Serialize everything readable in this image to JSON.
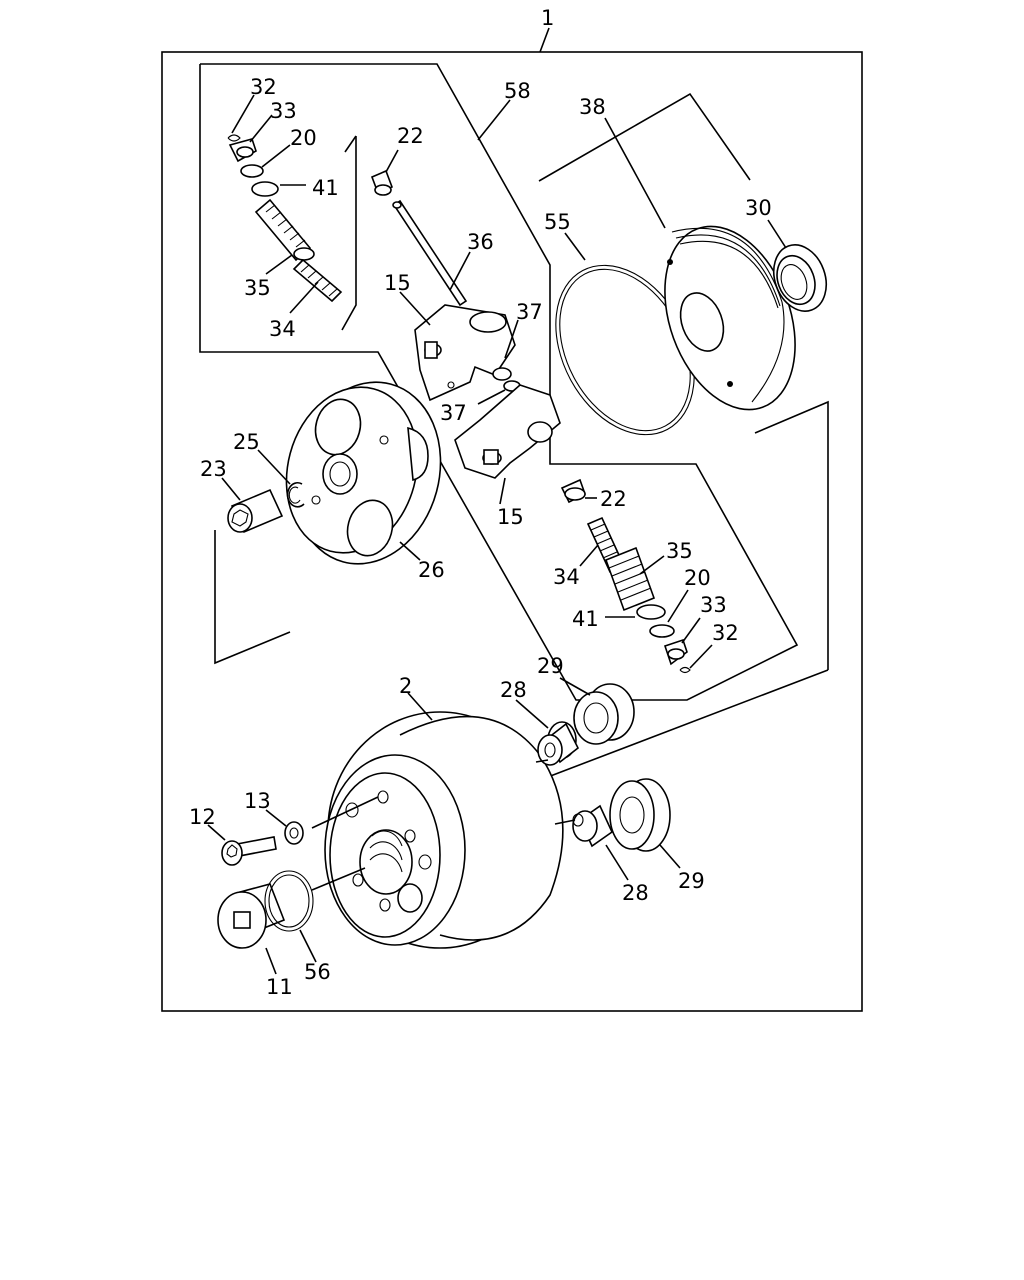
{
  "diagram": {
    "labels": {
      "l1": "1",
      "l2": "2",
      "l11": "11",
      "l12": "12",
      "l13": "13",
      "l15a": "15",
      "l15b": "15",
      "l20a": "20",
      "l20b": "20",
      "l22a": "22",
      "l22b": "22",
      "l23": "23",
      "l25": "25",
      "l26": "26",
      "l28a": "28",
      "l28b": "28",
      "l29a": "29",
      "l29b": "29",
      "l30": "30",
      "l32a": "32",
      "l32b": "32",
      "l33a": "33",
      "l33b": "33",
      "l34a": "34",
      "l34b": "34",
      "l35a": "35",
      "l35b": "35",
      "l36": "36",
      "l37a": "37",
      "l37b": "37",
      "l38": "38",
      "l41a": "41",
      "l41b": "41",
      "l55": "55",
      "l56": "56",
      "l58": "58"
    }
  }
}
